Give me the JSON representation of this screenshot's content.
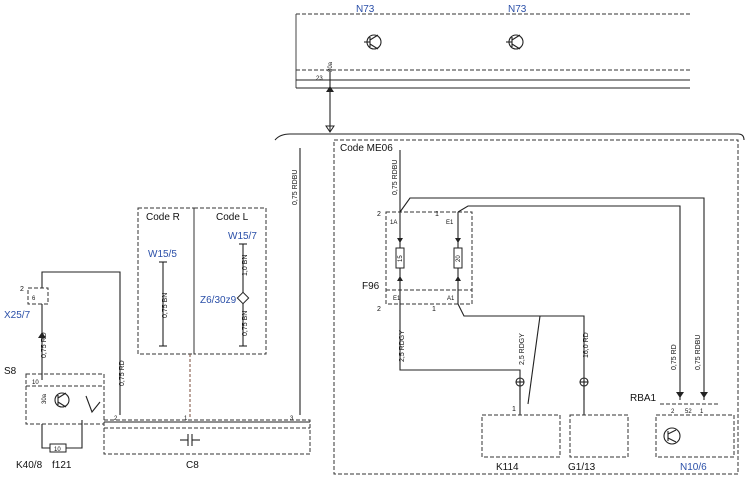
{
  "components": {
    "n73_left": "N73",
    "n73_right": "N73",
    "code_me06": "Code ME06",
    "code_r": "Code R",
    "code_l": "Code L",
    "w15_5": "W15/5",
    "w15_7": "W15/7",
    "z6": "Z6/30z9",
    "x25": "X25/7",
    "s8": "S8",
    "k40": "K40/8",
    "f121": "f121",
    "c8": "C8",
    "f96": "F96",
    "k114": "K114",
    "g1": "G1/13",
    "rba1": "RBA1",
    "n10": "N10/6"
  },
  "wires": {
    "rdbu_075": "0,75 RDBU",
    "rdbu_075_b": "0,75 RDBU",
    "rdbu_075_c": "0,75 RDBU",
    "rd_075_a": "0,75 RD",
    "rd_075_b": "0,75 RD",
    "rd_075_c": "0,75 RD",
    "bn_075_a": "0,75 BN",
    "bn_075_b": "0,75 BN",
    "bn_10": "1,0 BN",
    "rdgy_25_a": "2,5 RDGY",
    "rdgy_25_b": "2,5 RDGY",
    "rd_160": "16,0 RD"
  },
  "pins": {
    "p23": "23",
    "p2_x25": "2",
    "p6": "6",
    "p10": "10",
    "p30a": "30a",
    "p2_c8": "2",
    "p1_c8": "1",
    "p3_c8": "3",
    "p2_f96": "2",
    "p1_f96": "1",
    "p1a": "1A",
    "pe1_top": "E1",
    "pe1_bot": "E1",
    "pa1": "A1",
    "p2_f96b": "2",
    "p1_f96b": "1",
    "p15": "15",
    "p20": "20",
    "p1_k114": "1",
    "p2_rba": "2",
    "p52": "52",
    "p1_rba": "1",
    "p10_fuse": "10",
    "pnn": "30a"
  }
}
